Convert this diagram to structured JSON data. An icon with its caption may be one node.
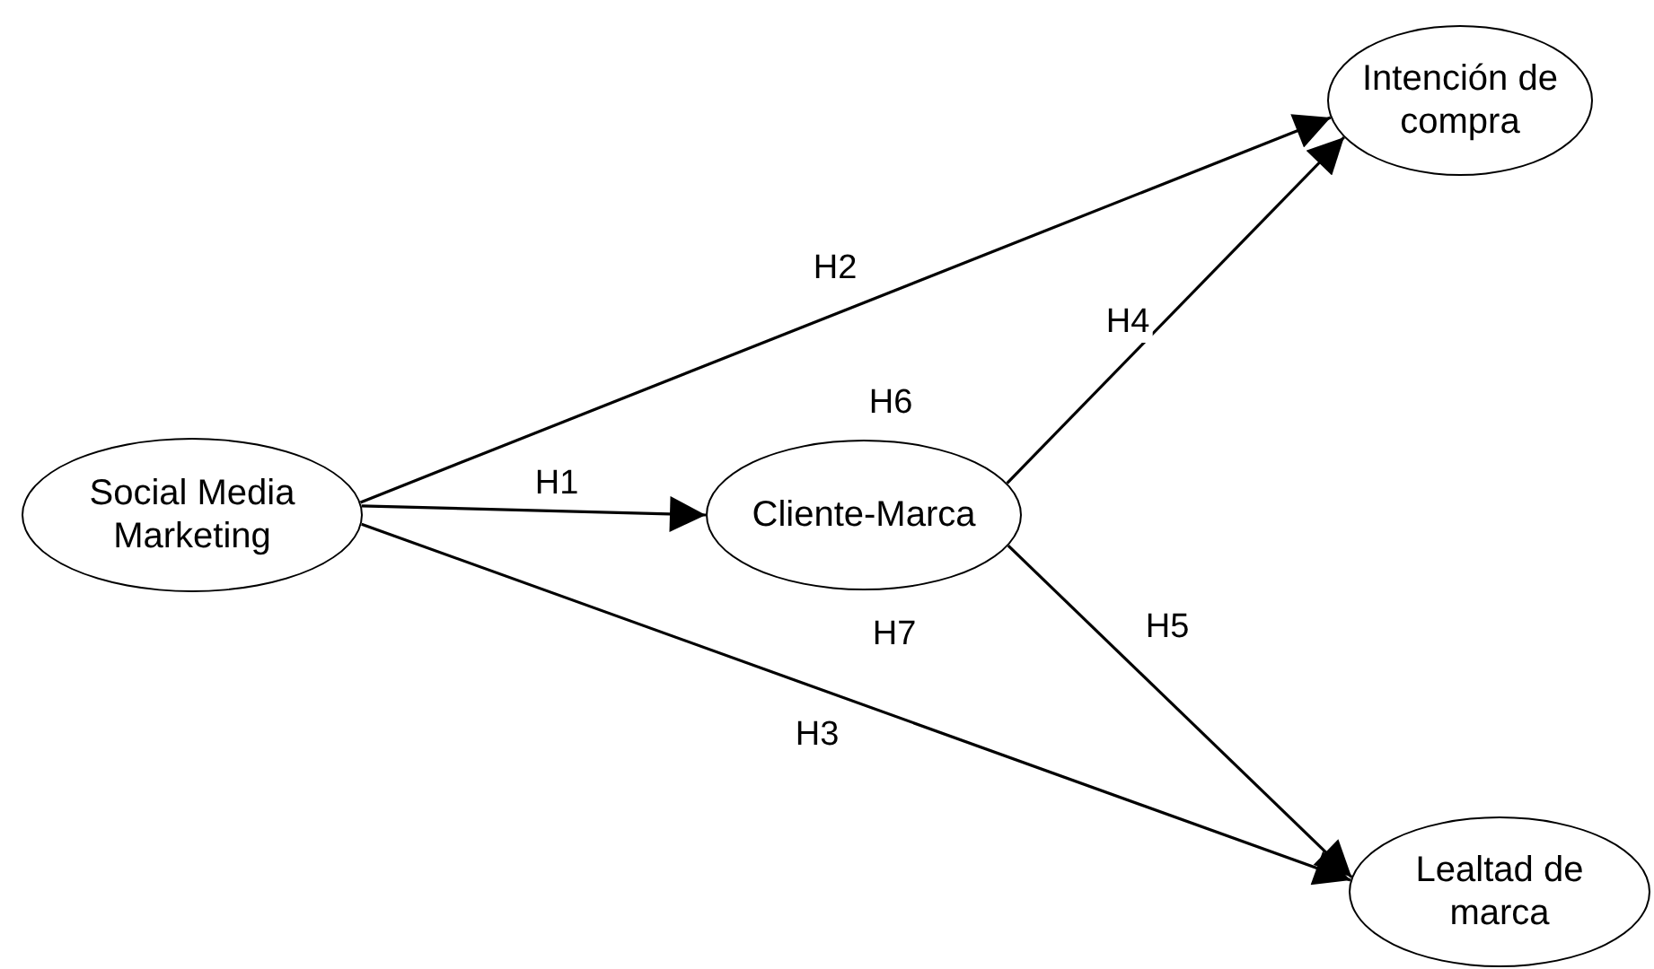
{
  "diagram": {
    "nodes": [
      {
        "text": [
          "Social Media Marketing"
        ]
      },
      {
        "text": [
          "Cliente-Marca"
        ]
      },
      {
        "text": [
          "Intención de compra"
        ]
      },
      {
        "text": [
          "Lealtad de marca"
        ]
      }
    ],
    "edges": [
      {
        "from": 0,
        "to": 1,
        "arrow": "to",
        "label": "H1"
      },
      {
        "from": 0,
        "to": 2,
        "arrow": "to",
        "label": "H2"
      },
      {
        "from": 0,
        "to": 3,
        "arrow": "to",
        "label": "H3"
      },
      {
        "from": 1,
        "to": 2,
        "arrow": "to",
        "label": "H4"
      },
      {
        "from": 1,
        "to": 3,
        "arrow": "to",
        "label": "H5"
      }
    ],
    "labels": [
      "H6",
      "H7"
    ]
  }
}
